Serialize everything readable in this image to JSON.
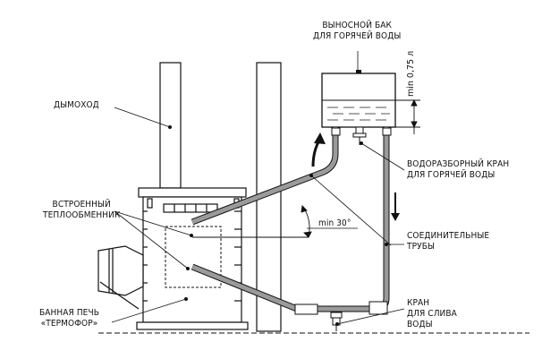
{
  "labels": {
    "chimney": "ДЫМОХОД",
    "tank": [
      "ВЫНОСНОЙ БАК",
      "ДЛЯ ГОРЯЧЕЙ ВОДЫ"
    ],
    "min_level": "min 0,75 л",
    "tap_hot": [
      "ВОДОРАЗБОРНЫЙ КРАН",
      "ДЛЯ ГОРЯЧЕЙ ВОДЫ"
    ],
    "exchanger": [
      "ВСТРОЕННЫЙ",
      "ТЕПЛООБМЕННИК"
    ],
    "angle": "min 30°",
    "pipes": [
      "СОЕДИНИТЕЛЬНЫЕ",
      "ТРУБЫ"
    ],
    "stove": [
      "БАННАЯ ПЕЧЬ",
      "«ТЕРМОФОР»"
    ],
    "drain": [
      "КРАН",
      "ДЛЯ СЛИВА",
      "ВОДЫ"
    ]
  },
  "icons": {
    "flow_up": "curved-arrow-icon",
    "flow_down": "down-arrow-icon"
  },
  "colors": {
    "pipe": "#9a9a9a",
    "line": "#111111",
    "water": "#555555"
  }
}
